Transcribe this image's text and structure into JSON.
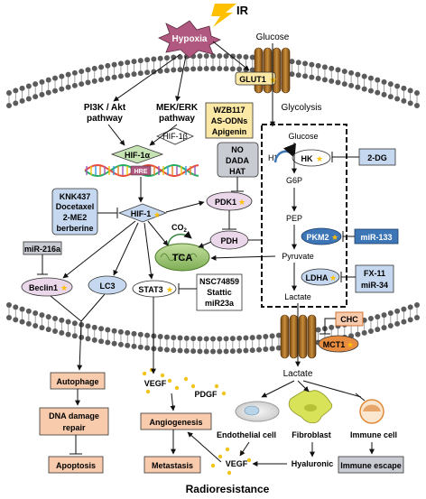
{
  "ir": "IR",
  "hypoxia": "Hypoxia",
  "glucose_top": "Glucose",
  "glut1": "GLUT1",
  "glycolysis": "Glycolysis",
  "pi3k": [
    "PI3K / Akt",
    "pathway"
  ],
  "mek": [
    "MEK/ERK",
    "pathway"
  ],
  "hif1b": "HIF-1β",
  "hif1a": "HIF-1α",
  "hre": "HRE",
  "hif1": "HIF-1",
  "wzb": [
    "WZB117",
    "AS-ODNs",
    "Apigenin"
  ],
  "nodada": [
    "NO",
    "DADA",
    "HAT"
  ],
  "knk": [
    "KNK437",
    "Docetaxel",
    "2-ME2",
    "berberine"
  ],
  "pdk1": "PDK1",
  "pdh": "PDH",
  "co2": "CO",
  "co2_sub": "2",
  "tca": "TCA",
  "mir216a": "miR-216a",
  "beclin1": "Beclin1",
  "lc3": "LC3",
  "stat3": "STAT3",
  "nsc": [
    "NSC74859",
    "Stattic",
    "miR23a"
  ],
  "pathway": {
    "glucose": "Glucose",
    "hplus": "H",
    "hk": "HK",
    "g6p": "G6P",
    "pep": "PEP",
    "pkm2": "PKM2",
    "pyruvate": "Pyruvate",
    "ldha": "LDHA",
    "lactate": "Lactate"
  },
  "inhib_2dg": "2-DG",
  "mir133": "miR-133",
  "fx11": [
    "FX-11",
    "miR-34"
  ],
  "chc": "CHC",
  "mct1": "MCT1",
  "autophage": "Autophage",
  "dna_repair": [
    "DNA damage",
    "repair"
  ],
  "apoptosis": "Apoptosis",
  "vegf_top": "VEGF",
  "pdgf": "PDGF",
  "angiogenesis": "Angiogenesis",
  "metastasis": "Metastasis",
  "lactate_out": "Lactate",
  "endothelial": "Endothelial cell",
  "fibroblast": "Fibroblast",
  "immune_cell": "Immune  cell",
  "vegf_bottom": "VEGF",
  "hyaluronic": "Hyaluronic",
  "immune_escape": "Immune escape",
  "title": "Radioresistance",
  "colors": {
    "hypoxia_fill": "#b0587f",
    "yellow_box": "#fde9a6",
    "blue_box": "#c5d8ef",
    "blue_dark": "#3d76b7",
    "gray_box": "#c9cbd3",
    "pink_ellipse": "#ead7ea",
    "orange_box": "#f8cbad",
    "mct1_fill": "#e88d3f",
    "tca_fill": "#a4c97f",
    "star": "#ffc000",
    "lightning": "#ffc000"
  }
}
